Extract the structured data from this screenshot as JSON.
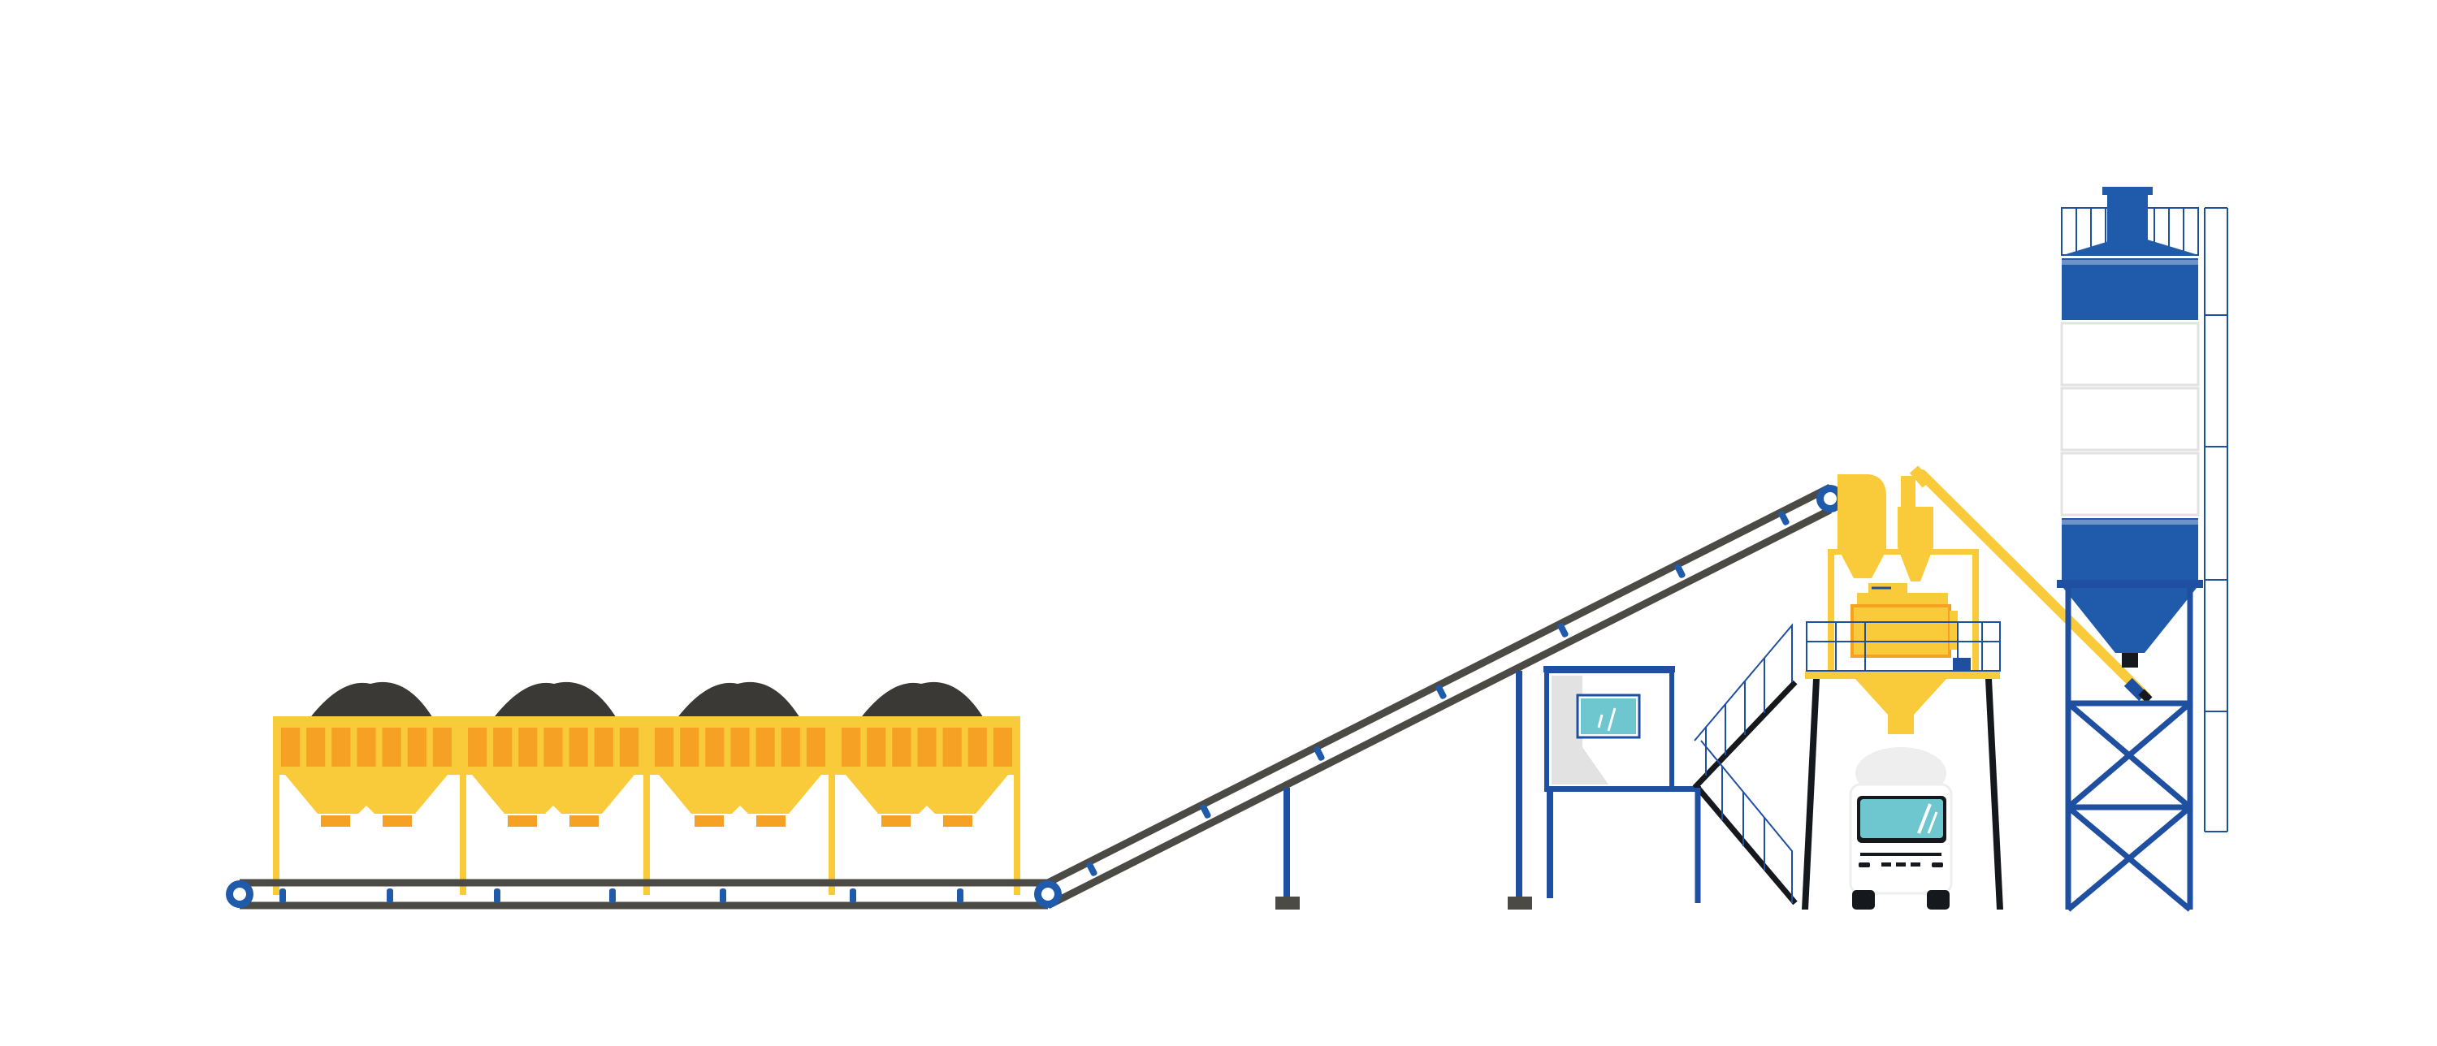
{
  "scene": {
    "title": "",
    "components": [
      "aggregate-batching-hoppers",
      "flat-belt-conveyor",
      "inclined-belt-conveyor",
      "control-cabin",
      "access-stairs",
      "mixing-tower",
      "concrete-mixer",
      "mixer-truck",
      "screw-conveyor",
      "cement-silo"
    ],
    "hopper_count": 4,
    "colors": {
      "background": "#ffffff",
      "frame_yellow": "#f9cb3b",
      "bin_orange": "#f7a124",
      "aggregate_dark": "#3a3935",
      "belt_grey": "#4b4a45",
      "structure_blue": "#1f4fa0",
      "silo_blue": "#1f5aab",
      "glass_cyan": "#6ec7cf",
      "cabin_grey": "#e2e2e2",
      "light_grey": "#eeeeee"
    }
  }
}
